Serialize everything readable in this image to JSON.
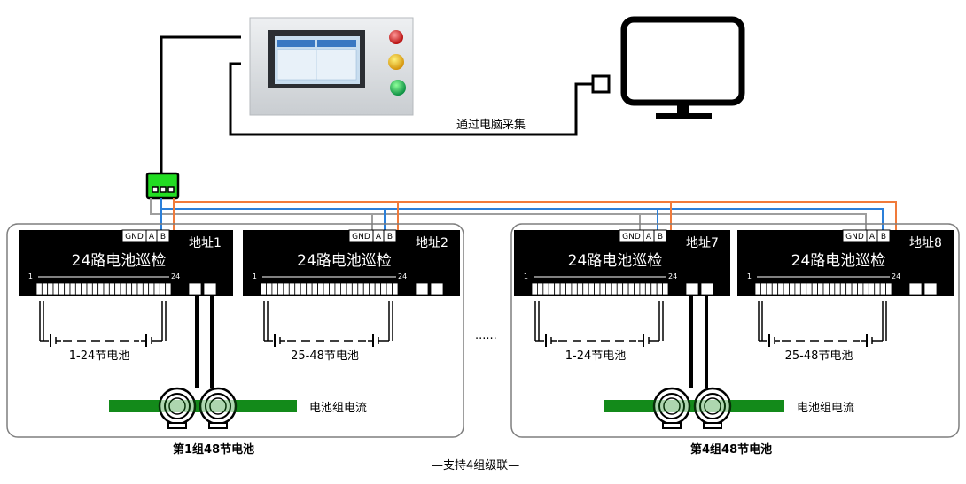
{
  "pc_label": "通过电脑采集",
  "groups": [
    {
      "caption": "第1组48节电池",
      "current_label": "电池组电流",
      "modules": [
        {
          "title": "24路电池巡检",
          "address": "地址1",
          "terminals": [
            "GND",
            "A",
            "B"
          ],
          "range_start": "1",
          "range_end": "24",
          "battery_label": "1-24节电池"
        },
        {
          "title": "24路电池巡检",
          "address": "地址2",
          "terminals": [
            "GND",
            "A",
            "B"
          ],
          "range_start": "1",
          "range_end": "24",
          "battery_label": "25-48节电池"
        }
      ]
    },
    {
      "caption": "第4组48节电池",
      "current_label": "电池组电流",
      "modules": [
        {
          "title": "24路电池巡检",
          "address": "地址7",
          "terminals": [
            "GND",
            "A",
            "B"
          ],
          "range_start": "1",
          "range_end": "24",
          "battery_label": "1-24节电池"
        },
        {
          "title": "24路电池巡检",
          "address": "地址8",
          "terminals": [
            "GND",
            "A",
            "B"
          ],
          "range_start": "1",
          "range_end": "24",
          "battery_label": "25-48节电池"
        }
      ]
    }
  ],
  "ellipsis": "......",
  "cascade_label": "—支持4组级联—",
  "bus_colors": {
    "gnd": "#9e9e9e",
    "a": "#2b7fd9",
    "b": "#f07a3a"
  },
  "converter_color": "#22dd22",
  "busbar_color": "#138a1b"
}
